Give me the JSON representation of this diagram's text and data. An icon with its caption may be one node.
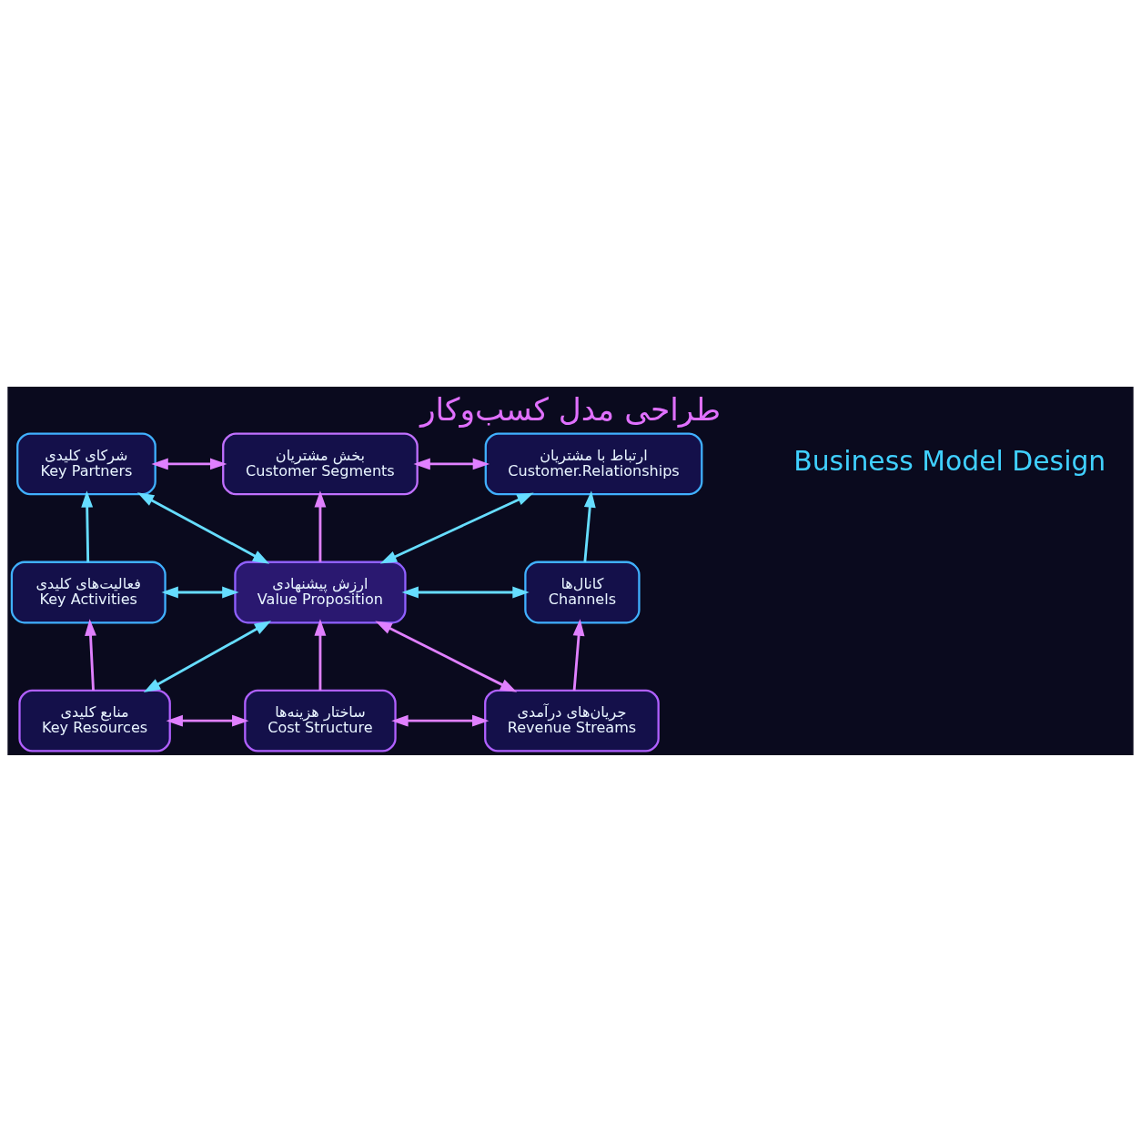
{
  "diagram": {
    "title": "طراحی مدل کسب‌وکار",
    "nodes": [
      {
        "text": [
          "بخش مشتریان",
          "Customer Segments"
        ]
      },
      {
        "text": [
          "شرکای کلیدی",
          "Key Partners"
        ]
      },
      {
        "text": [
          "ارتباط با مشتریان",
          "Customer.Relationships"
        ]
      },
      {
        "text": [
          "ارزش پیشنهادی",
          "Value Proposition"
        ]
      },
      {
        "text": [
          "فعالیت‌های کلیدی",
          "Key Activities"
        ]
      },
      {
        "text": [
          "کانال‌ها",
          "Channels"
        ]
      },
      {
        "text": [
          "منابع کلیدی",
          "Key Resources"
        ]
      },
      {
        "text": [
          "جریان‌های درآمدی",
          "Revenue Streams"
        ]
      },
      {
        "text": [
          "ساختار هزینه‌ها",
          "Cost Structure"
        ]
      }
    ],
    "edges": [
      {
        "from": 1,
        "to": 0,
        "arrow": "both"
      },
      {
        "from": 0,
        "to": 2,
        "arrow": "both"
      },
      {
        "from": 3,
        "to": 0,
        "arrow": "to"
      },
      {
        "from": 1,
        "to": 3,
        "arrow": "both",
        "color": "#66ddff"
      },
      {
        "from": 2,
        "to": 3,
        "arrow": "both",
        "color": "#66ddff"
      },
      {
        "from": 4,
        "to": 1,
        "arrow": "to",
        "color": "#66ddff"
      },
      {
        "from": 5,
        "to": 2,
        "arrow": "to",
        "color": "#66ddff"
      },
      {
        "from": 4,
        "to": 3,
        "arrow": "both",
        "color": "#66ddff"
      },
      {
        "from": 3,
        "to": 5,
        "arrow": "both",
        "color": "#66ddff"
      },
      {
        "from": 6,
        "to": 4,
        "arrow": "to"
      },
      {
        "from": 7,
        "to": 5,
        "arrow": "to"
      },
      {
        "from": 6,
        "to": 3,
        "arrow": "both",
        "color": "#66ddff"
      },
      {
        "from": 7,
        "to": 3,
        "arrow": "both"
      },
      {
        "from": 8,
        "to": 3,
        "arrow": "to"
      },
      {
        "from": 6,
        "to": 8,
        "arrow": "both"
      },
      {
        "from": 8,
        "to": 7,
        "arrow": "both"
      }
    ],
    "labels": [
      "Business Model Design"
    ]
  }
}
